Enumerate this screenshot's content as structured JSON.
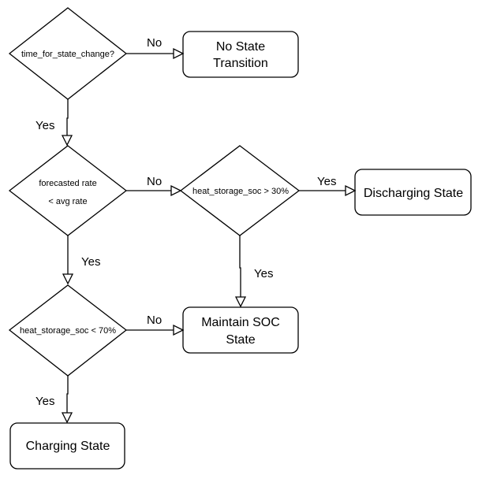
{
  "decisions": {
    "d1": [
      "time_for_state_change?"
    ],
    "d2": [
      "forecasted rate",
      "< avg rate"
    ],
    "d3": [
      "heat_storage_soc > 30%"
    ],
    "d4": [
      "heat_storage_soc < 70%"
    ]
  },
  "states": {
    "no_transition": [
      "No State",
      "Transition"
    ],
    "discharging": [
      "Discharging State"
    ],
    "maintain_soc": [
      "Maintain SOC",
      "State"
    ],
    "charging": [
      "Charging State"
    ]
  },
  "edge_labels": {
    "d1_no": "No",
    "d1_yes": "Yes",
    "d2_no": "No",
    "d2_yes": "Yes",
    "d3_yes_right": "Yes",
    "d3_yes_down": "Yes",
    "d4_no": "No",
    "d4_yes": "Yes"
  }
}
